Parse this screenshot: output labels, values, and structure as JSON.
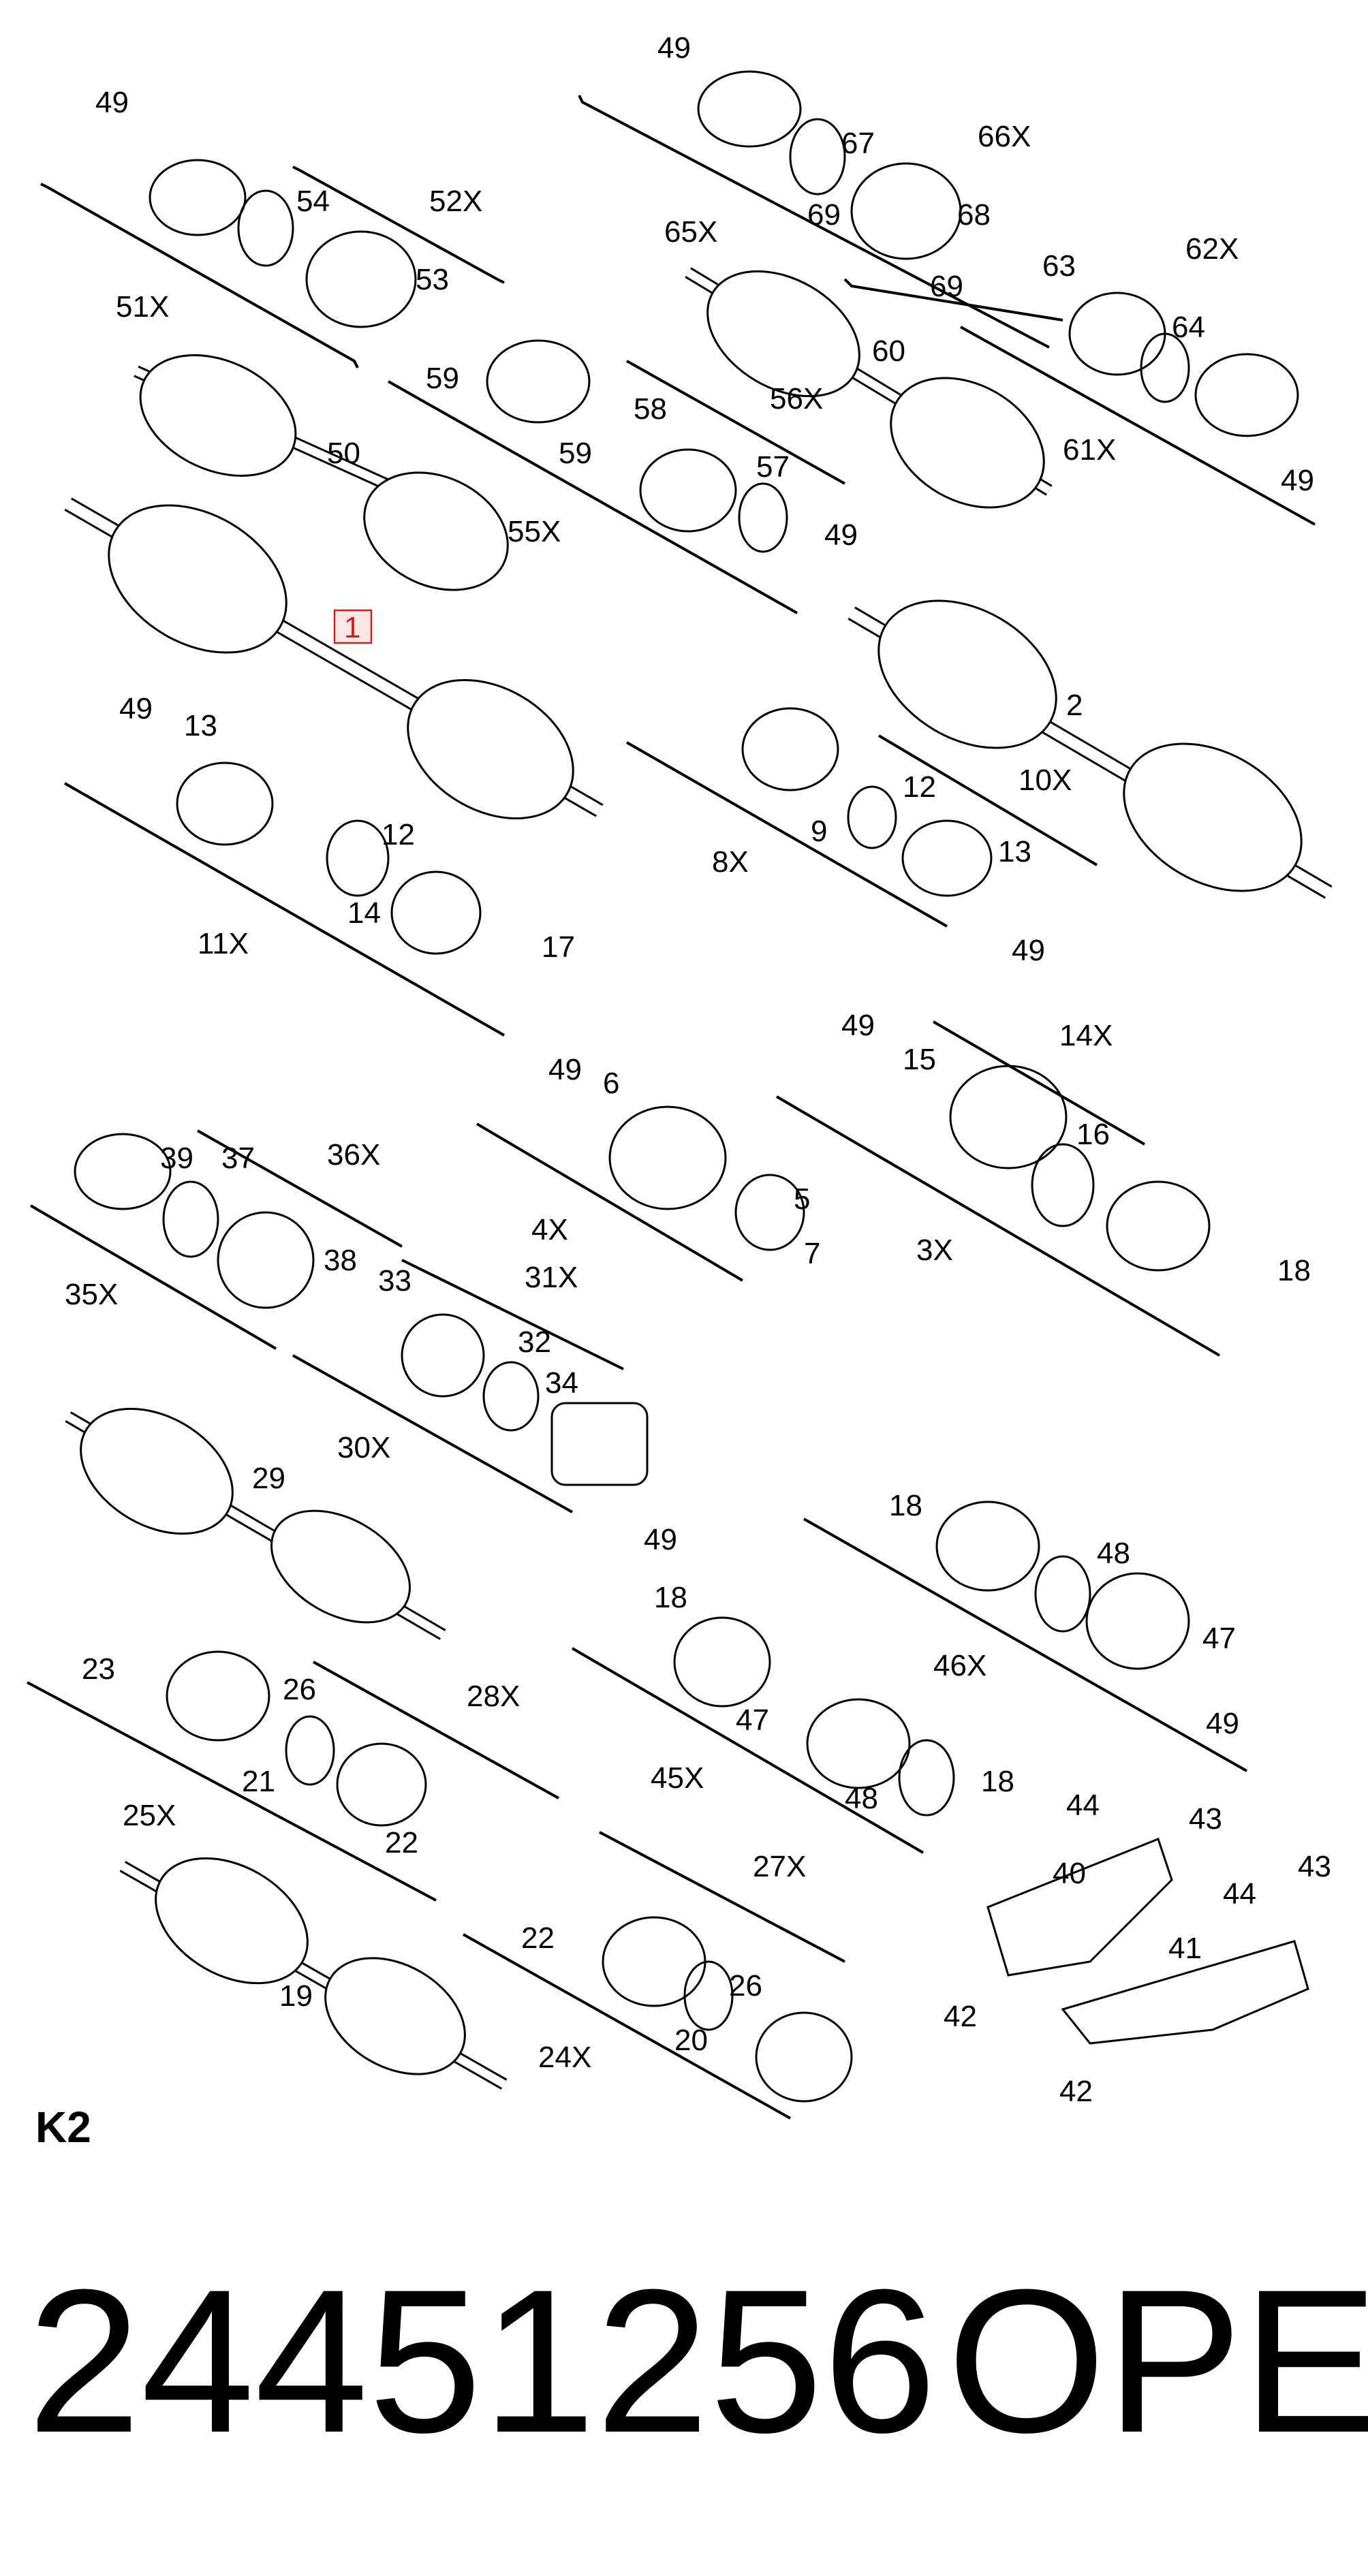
{
  "labels": [
    "49",
    "54",
    "52X",
    "53",
    "51X",
    "59",
    "59",
    "56X",
    "58",
    "57",
    "49",
    "50",
    "55X",
    "49",
    "67",
    "66X",
    "69",
    "68",
    "69",
    "65X",
    "63",
    "62X",
    "60",
    "64",
    "61X",
    "49",
    "1",
    "2",
    "49",
    "13",
    "12",
    "14",
    "11X",
    "17",
    "9",
    "12",
    "10X",
    "8X",
    "13",
    "49",
    "49",
    "6",
    "5",
    "7",
    "4X",
    "49",
    "15",
    "14X",
    "16",
    "3X",
    "18",
    "39",
    "37",
    "36X",
    "35X",
    "38",
    "33",
    "31X",
    "32",
    "34",
    "30X",
    "29",
    "18",
    "48",
    "46X",
    "47",
    "49",
    "49",
    "18",
    "47",
    "45X",
    "48",
    "18",
    "23",
    "26",
    "28X",
    "21",
    "25X",
    "22",
    "27X",
    "22",
    "26",
    "24X",
    "20",
    "19",
    "44",
    "43",
    "40",
    "44",
    "43",
    "41",
    "42",
    "42"
  ],
  "highlighted_callout": "1",
  "sheet_label": "K2",
  "part_number": "24451256",
  "brand": "OPEL",
  "colors": {
    "highlight": "#d81b1b",
    "highlight_fill": "#fde6e6",
    "ink": "#000000",
    "background": "#ffffff"
  }
}
